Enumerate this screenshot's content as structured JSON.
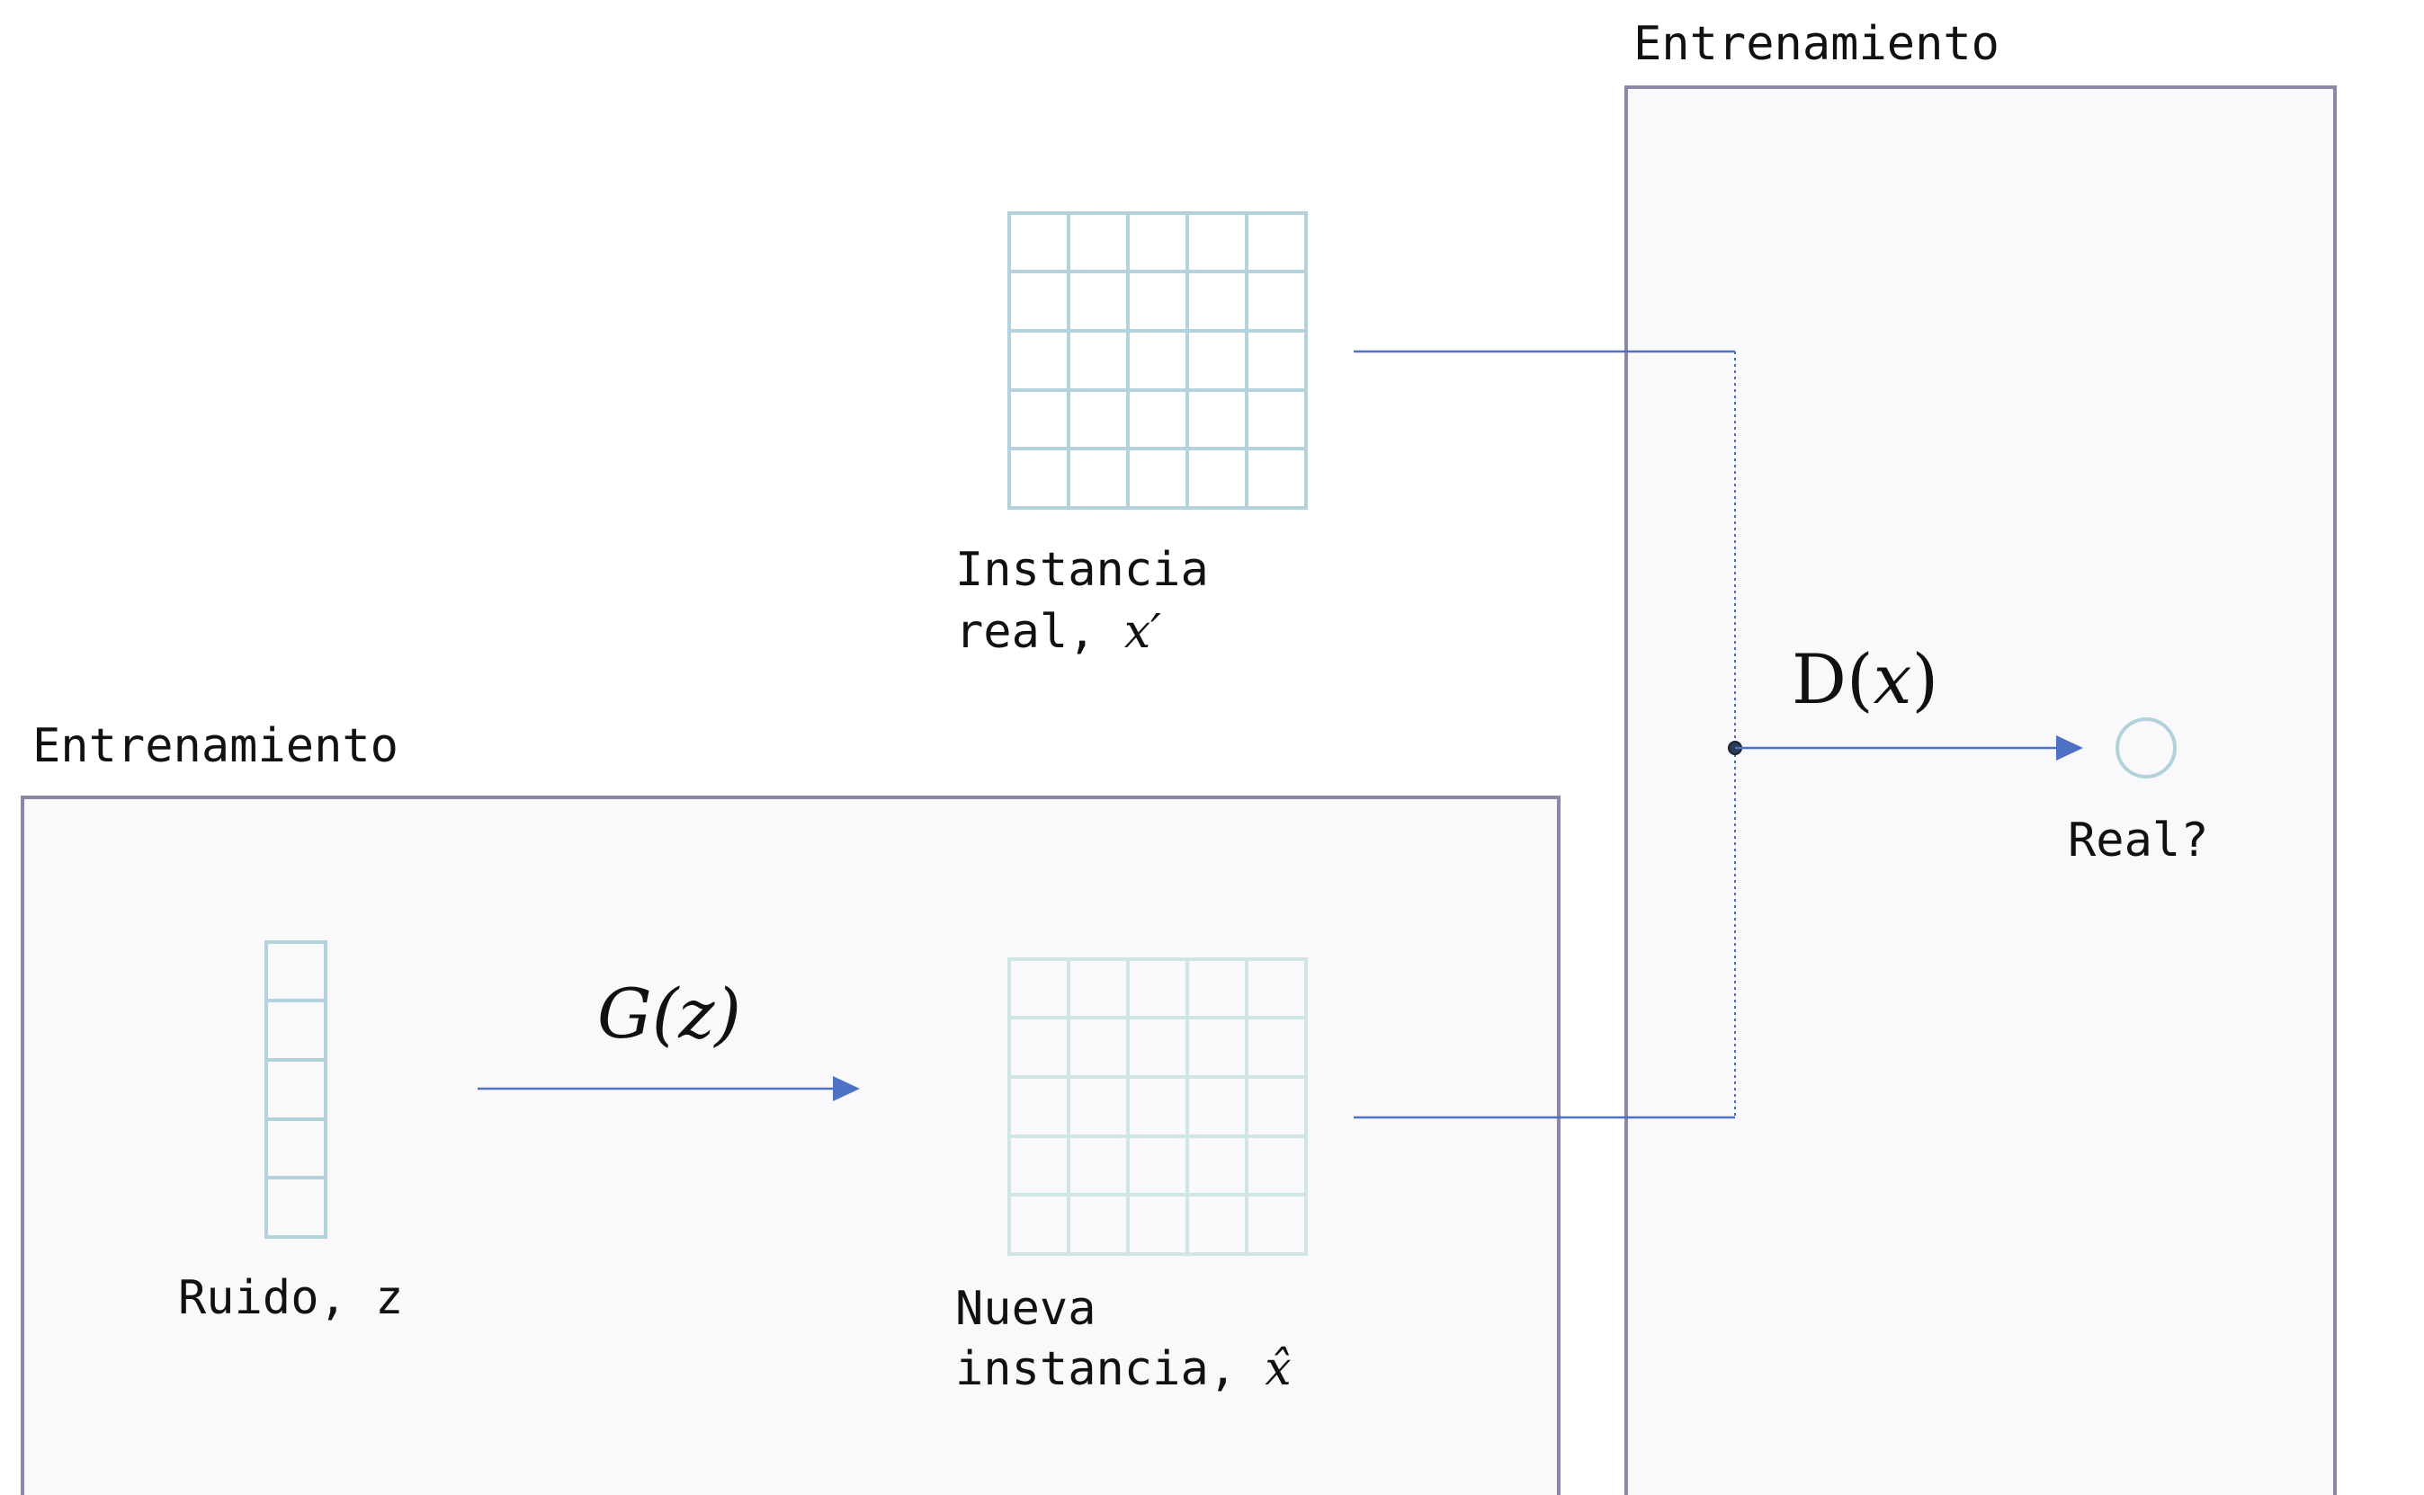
{
  "panels": {
    "generator_title": "Entrenamiento",
    "discriminator_title": "Entrenamiento"
  },
  "nodes": {
    "real_instance": {
      "label_line1": "Instancia",
      "label_line2_text": "real, ",
      "label_line2_math": "x′"
    },
    "noise": {
      "label_text": "Ruido, z"
    },
    "generated_instance": {
      "label_line1": "Nueva",
      "label_line2_text": "instancia, ",
      "label_line2_math": "x̂"
    },
    "output": {
      "label": "Real?"
    }
  },
  "functions": {
    "generator": "G(z)",
    "discriminator_prefix": "D",
    "discriminator_open": "(",
    "discriminator_var": "x",
    "discriminator_close": ")"
  },
  "colors": {
    "panel_fill": "#f9f8fb",
    "panel_border": "#8a88a6",
    "arrow": "#4d72c4",
    "grid_real": "#b3d2dc",
    "grid_generated": "#cfe6e4"
  }
}
